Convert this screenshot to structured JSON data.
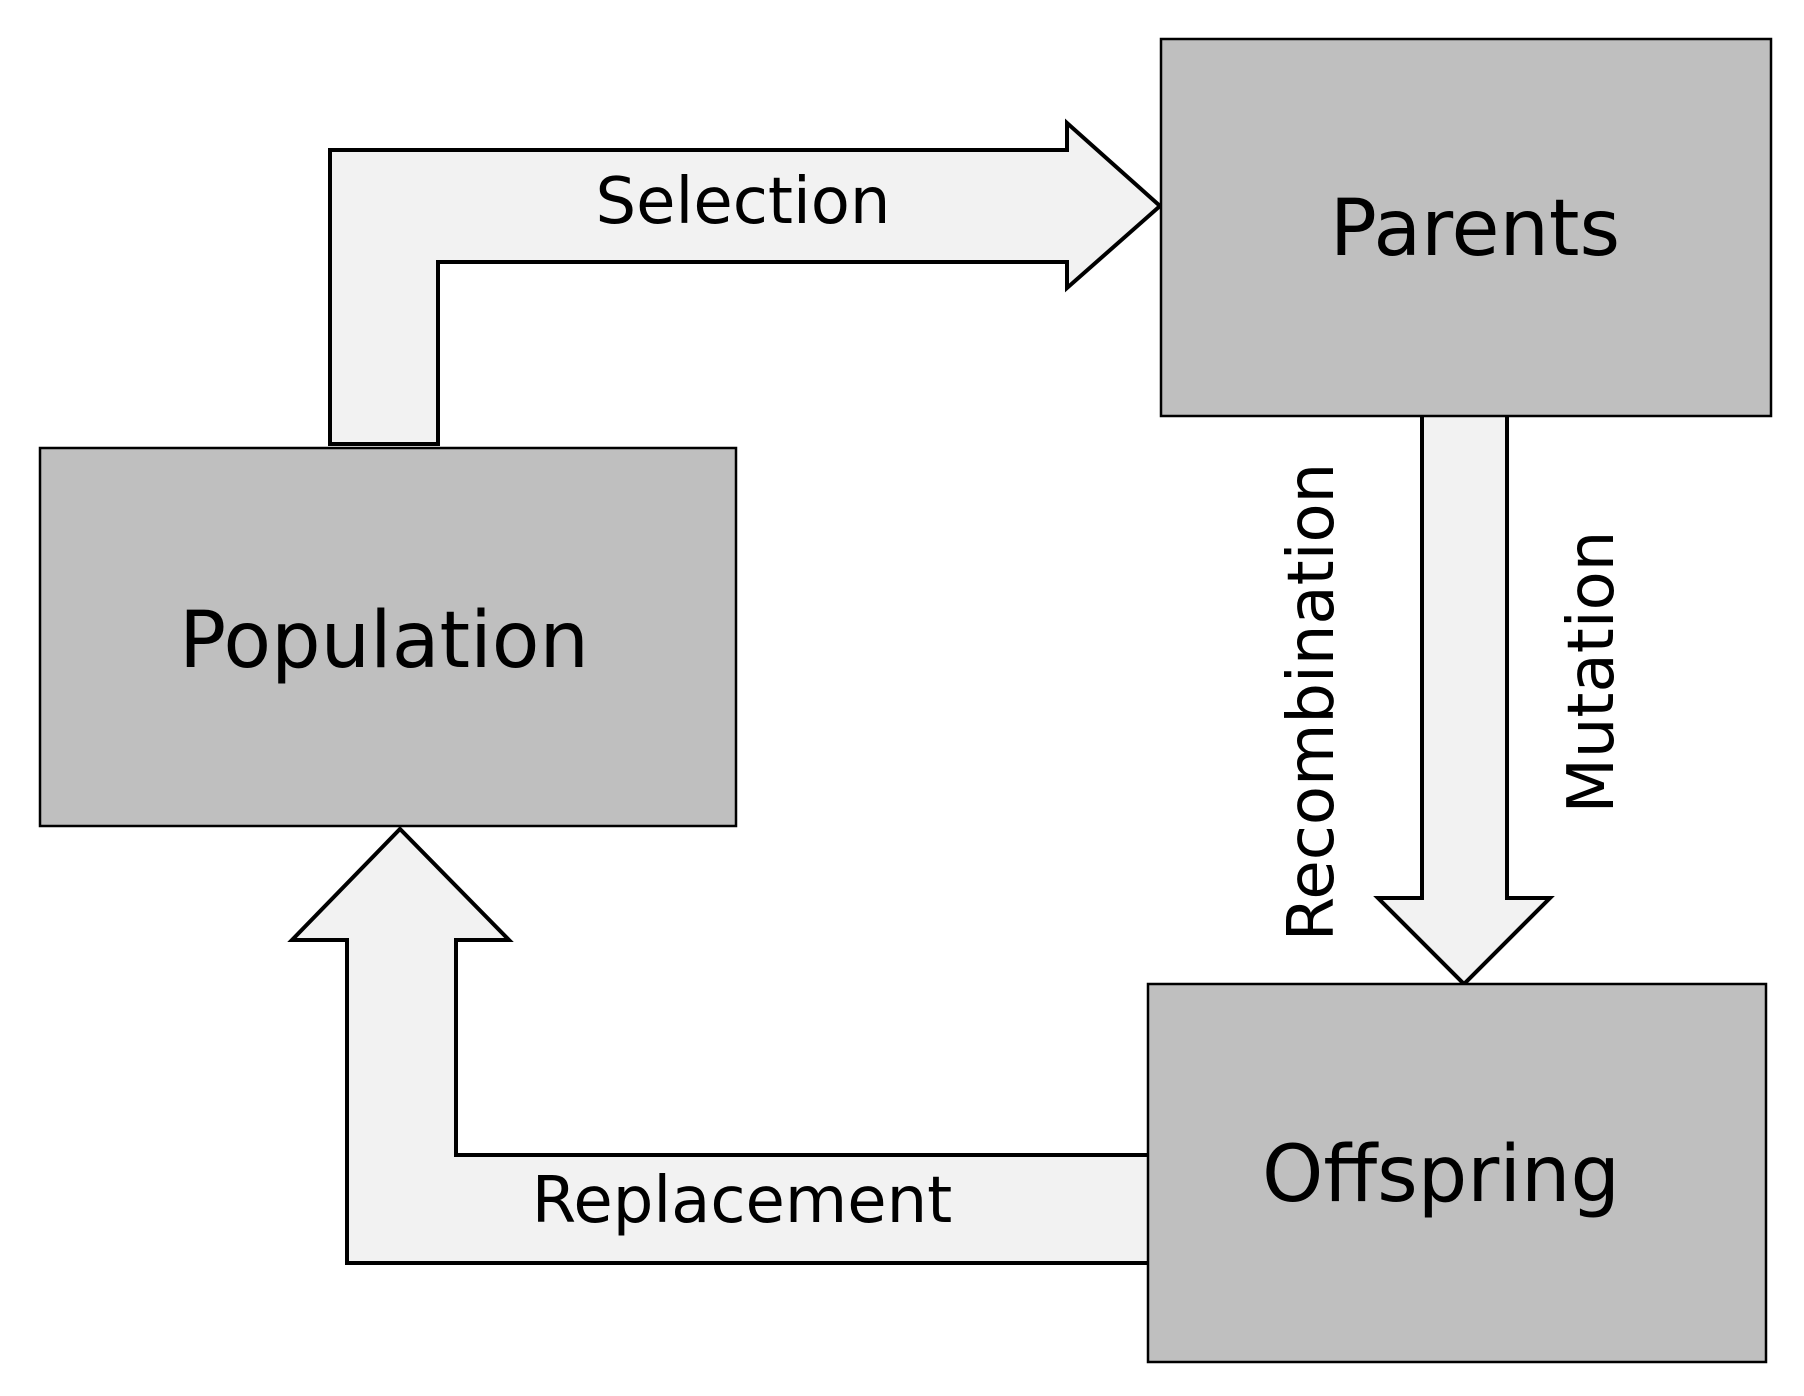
{
  "diagram": {
    "nodes": {
      "population": {
        "label": "Population"
      },
      "parents": {
        "label": "Parents"
      },
      "offspring": {
        "label": "Offspring"
      }
    },
    "edges": {
      "selection": {
        "label": "Selection",
        "from": "Population",
        "to": "Parents"
      },
      "recombination": {
        "label": "Recombination",
        "from": "Parents",
        "to": "Offspring"
      },
      "mutation": {
        "label": "Mutation",
        "from": "Parents",
        "to": "Offspring"
      },
      "replacement": {
        "label": "Replacement",
        "from": "Offspring",
        "to": "Population"
      }
    }
  },
  "colors": {
    "box_fill": "#bfbfbf",
    "arrow_fill": "#f2f2f2",
    "stroke": "#000000",
    "text": "#000000",
    "background": "#ffffff"
  }
}
